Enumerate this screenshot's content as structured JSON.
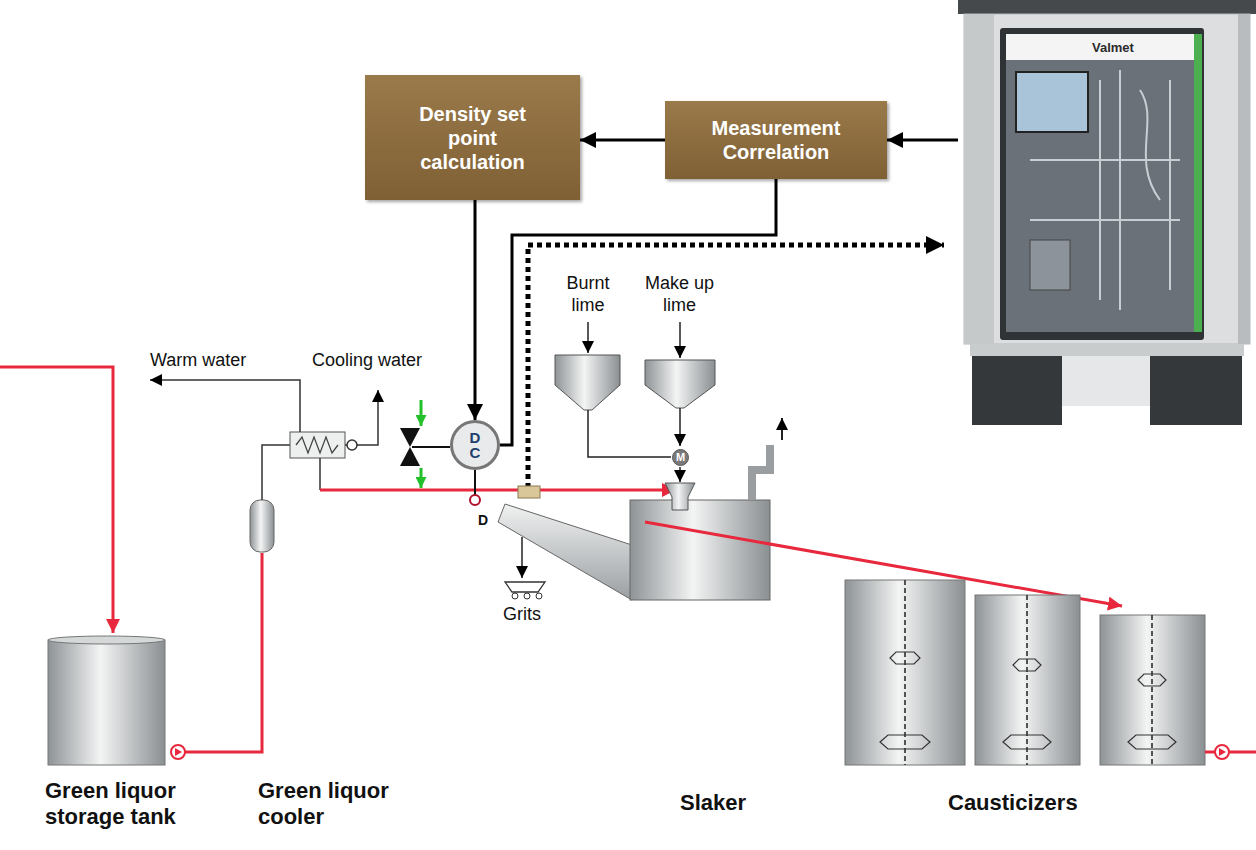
{
  "diagram": {
    "nodes": [
      {
        "text": [
          "Density set point calculation"
        ]
      },
      {
        "text": [
          "Measurement Correlation"
        ]
      },
      {
        "text": [
          "Valmet"
        ]
      },
      {
        "text": [
          "D C"
        ]
      },
      {
        "text": [
          "M"
        ]
      }
    ],
    "edges": [
      {
        "from": 1,
        "to": 0,
        "arrow": "to"
      },
      {
        "from": 0,
        "to": 3,
        "arrow": "to"
      },
      {
        "from": 3,
        "to": 1,
        "arrow": "none"
      },
      {
        "from": 2,
        "to": 1,
        "arrow": "to"
      }
    ],
    "labels": [
      "Warm water",
      "Cooling water",
      "Burnt lime",
      "Make up lime",
      "D",
      "Grits",
      "Green liquor storage tank",
      "Green liquor cooler",
      "Slaker",
      "Causticizers"
    ]
  }
}
